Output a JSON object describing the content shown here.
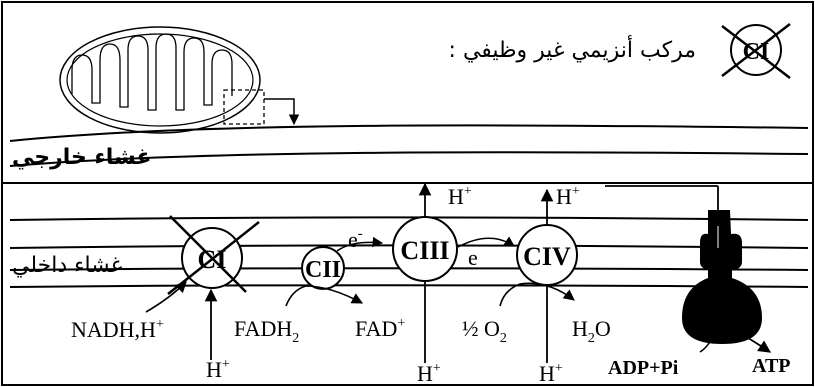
{
  "legend": {
    "text": ": مركب أنزيمي غير وظيفي",
    "symbol_label": "CI"
  },
  "membranes": {
    "outer_label": "غشاء خارجي",
    "inner_label": "غشاء داخلي"
  },
  "complexes": {
    "ci": "CI",
    "cii": "CII",
    "ciii": "CIII",
    "civ": "CIV"
  },
  "electron_label": "e",
  "proton": {
    "symbol": "H",
    "charge": "+"
  },
  "substrates": {
    "nadh": "NADH,H",
    "nadh_charge": "+",
    "fadh2": "FADH",
    "fadh2_sub": "2",
    "fad": "FAD",
    "fad_charge": "+",
    "o2_prefix": "½ O",
    "o2_sub": "2",
    "water_h": "H",
    "water_sub": "2",
    "water_o": "O",
    "adp": "ADP+Pi",
    "atp": "ATP"
  }
}
